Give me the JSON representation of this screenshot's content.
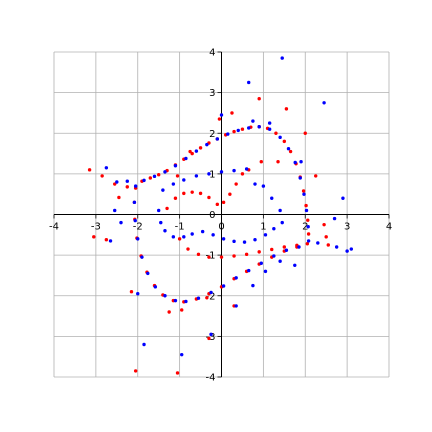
{
  "chart_data": {
    "type": "scatter",
    "title": "",
    "xlabel": "",
    "ylabel": "",
    "xlim": [
      -4,
      4
    ],
    "ylim": [
      -4,
      4
    ],
    "grid": true,
    "xticks": [
      "-4",
      "-3",
      "-2",
      "-1",
      "0",
      "1",
      "2",
      "3",
      "4"
    ],
    "yticks": [
      "-4",
      "-3",
      "-2",
      "-1",
      "0",
      "1",
      "2",
      "3",
      "4"
    ],
    "series": [
      {
        "color": "#ff0000",
        "points": [
          [
            -2.05,
            0.65
          ],
          [
            -1.9,
            0.82
          ],
          [
            -1.7,
            0.9
          ],
          [
            -1.5,
            0.98
          ],
          [
            -1.3,
            1.08
          ],
          [
            -1.1,
            1.22
          ],
          [
            -0.9,
            1.36
          ],
          [
            -0.7,
            1.5
          ],
          [
            -0.5,
            1.64
          ],
          [
            -0.3,
            1.76
          ],
          [
            -0.1,
            1.86
          ],
          [
            0.1,
            1.96
          ],
          [
            0.3,
            2.04
          ],
          [
            0.5,
            2.1
          ],
          [
            0.7,
            2.15
          ],
          [
            0.9,
            2.16
          ],
          [
            1.1,
            2.12
          ],
          [
            1.3,
            2.0
          ],
          [
            1.5,
            1.8
          ],
          [
            1.65,
            1.55
          ],
          [
            1.78,
            1.25
          ],
          [
            1.88,
            0.92
          ],
          [
            1.96,
            0.58
          ],
          [
            2.02,
            0.22
          ],
          [
            2.06,
            -0.14
          ],
          [
            2.08,
            -0.48
          ],
          [
            2.05,
            -0.72
          ],
          [
            1.8,
            -0.8
          ],
          [
            1.5,
            -0.9
          ],
          [
            1.2,
            -1.05
          ],
          [
            0.9,
            -1.22
          ],
          [
            0.6,
            -1.4
          ],
          [
            0.3,
            -1.58
          ],
          [
            0.0,
            -1.78
          ],
          [
            -0.3,
            -1.95
          ],
          [
            -0.6,
            -2.08
          ],
          [
            -0.9,
            -2.15
          ],
          [
            -1.15,
            -2.12
          ],
          [
            -1.4,
            -1.98
          ],
          [
            -1.6,
            -1.75
          ],
          [
            -1.78,
            -1.42
          ],
          [
            -1.92,
            -1.02
          ],
          [
            -2.02,
            -0.58
          ],
          [
            -2.07,
            -0.12
          ],
          [
            -2.08,
            0.3
          ],
          [
            -2.55,
            0.75
          ],
          [
            -2.85,
            0.95
          ],
          [
            -3.15,
            1.1
          ],
          [
            -3.05,
            -0.55
          ],
          [
            -2.75,
            -0.62
          ],
          [
            -2.45,
            0.42
          ],
          [
            -2.25,
            0.68
          ],
          [
            -1.3,
            0.15
          ],
          [
            -1.1,
            0.4
          ],
          [
            -0.9,
            0.52
          ],
          [
            -0.7,
            0.55
          ],
          [
            -0.5,
            0.52
          ],
          [
            -0.3,
            0.42
          ],
          [
            -0.1,
            0.25
          ],
          [
            0.05,
            0.3
          ],
          [
            0.2,
            0.5
          ],
          [
            0.35,
            0.75
          ],
          [
            0.5,
            1.0
          ],
          [
            0.65,
            1.1
          ],
          [
            -1.0,
            -0.6
          ],
          [
            -0.8,
            -0.85
          ],
          [
            -0.55,
            -0.98
          ],
          [
            -0.3,
            -1.05
          ],
          [
            0.0,
            -1.05
          ],
          [
            0.3,
            -1.02
          ],
          [
            0.6,
            -0.98
          ],
          [
            0.9,
            -0.92
          ],
          [
            1.2,
            -0.86
          ],
          [
            1.5,
            -0.8
          ],
          [
            1.8,
            -0.76
          ],
          [
            -1.05,
            0.95
          ],
          [
            -0.75,
            1.55
          ],
          [
            -0.05,
            2.35
          ],
          [
            0.25,
            2.5
          ],
          [
            0.9,
            2.85
          ],
          [
            1.55,
            2.6
          ],
          [
            2.0,
            2.0
          ],
          [
            2.25,
            0.95
          ],
          [
            2.45,
            -0.25
          ],
          [
            2.5,
            -0.55
          ],
          [
            2.55,
            -0.75
          ],
          [
            -1.25,
            -2.4
          ],
          [
            -0.95,
            -2.35
          ],
          [
            -0.35,
            -2.05
          ],
          [
            0.3,
            -2.25
          ],
          [
            -0.3,
            -3.05
          ],
          [
            -1.05,
            -3.9
          ],
          [
            -2.05,
            -3.85
          ],
          [
            -2.15,
            -1.9
          ],
          [
            1.35,
            1.3
          ],
          [
            0.95,
            1.3
          ]
        ]
      },
      {
        "color": "#0000ff",
        "points": [
          [
            -2.05,
            0.7
          ],
          [
            -1.85,
            0.84
          ],
          [
            -1.6,
            0.94
          ],
          [
            -1.35,
            1.05
          ],
          [
            -1.1,
            1.2
          ],
          [
            -0.85,
            1.38
          ],
          [
            -0.6,
            1.56
          ],
          [
            -0.35,
            1.72
          ],
          [
            -0.1,
            1.86
          ],
          [
            0.15,
            1.98
          ],
          [
            0.4,
            2.07
          ],
          [
            0.65,
            2.13
          ],
          [
            0.9,
            2.16
          ],
          [
            1.15,
            2.1
          ],
          [
            1.4,
            1.9
          ],
          [
            1.6,
            1.62
          ],
          [
            1.76,
            1.28
          ],
          [
            1.88,
            0.9
          ],
          [
            1.97,
            0.5
          ],
          [
            2.03,
            0.1
          ],
          [
            2.07,
            -0.3
          ],
          [
            2.08,
            -0.65
          ],
          [
            1.85,
            -0.8
          ],
          [
            1.55,
            -0.88
          ],
          [
            1.25,
            -1.02
          ],
          [
            0.95,
            -1.2
          ],
          [
            0.65,
            -1.38
          ],
          [
            0.35,
            -1.56
          ],
          [
            0.05,
            -1.76
          ],
          [
            -0.25,
            -1.92
          ],
          [
            -0.55,
            -2.06
          ],
          [
            -0.85,
            -2.14
          ],
          [
            -1.1,
            -2.12
          ],
          [
            -1.35,
            -2.0
          ],
          [
            -1.58,
            -1.78
          ],
          [
            -1.76,
            -1.45
          ],
          [
            -1.9,
            -1.05
          ],
          [
            -2.0,
            -0.6
          ],
          [
            -2.06,
            -0.15
          ],
          [
            -2.08,
            0.3
          ],
          [
            -2.25,
            0.82
          ],
          [
            -2.5,
            0.8
          ],
          [
            -2.75,
            1.15
          ],
          [
            -2.55,
            0.1
          ],
          [
            -2.4,
            -0.2
          ],
          [
            -2.65,
            -0.65
          ],
          [
            -1.5,
            0.1
          ],
          [
            -1.45,
            -0.2
          ],
          [
            -1.35,
            -0.4
          ],
          [
            -1.15,
            -0.55
          ],
          [
            -0.9,
            -0.55
          ],
          [
            -0.7,
            -0.48
          ],
          [
            -0.45,
            -0.42
          ],
          [
            -0.2,
            -0.5
          ],
          [
            0.05,
            -0.6
          ],
          [
            0.3,
            -0.66
          ],
          [
            0.55,
            -0.68
          ],
          [
            0.8,
            -0.62
          ],
          [
            1.05,
            -0.5
          ],
          [
            1.25,
            -0.35
          ],
          [
            1.45,
            -0.2
          ],
          [
            1.4,
            0.1
          ],
          [
            1.2,
            0.4
          ],
          [
            -1.4,
            0.6
          ],
          [
            -1.15,
            0.75
          ],
          [
            -0.9,
            0.85
          ],
          [
            -0.6,
            0.95
          ],
          [
            -0.3,
            1.0
          ],
          [
            0.0,
            1.05
          ],
          [
            0.3,
            1.08
          ],
          [
            0.6,
            1.12
          ],
          [
            0.8,
            0.75
          ],
          [
            1.0,
            0.7
          ],
          [
            0.0,
            2.45
          ],
          [
            0.65,
            3.25
          ],
          [
            1.45,
            3.85
          ],
          [
            2.45,
            2.75
          ],
          [
            2.9,
            0.4
          ],
          [
            2.75,
            -0.8
          ],
          [
            3.0,
            -0.9
          ],
          [
            3.1,
            -0.85
          ],
          [
            2.7,
            -0.1
          ],
          [
            2.3,
            -0.7
          ],
          [
            1.75,
            -1.25
          ],
          [
            1.4,
            -1.15
          ],
          [
            1.05,
            -1.4
          ],
          [
            0.75,
            -1.75
          ],
          [
            0.35,
            -2.25
          ],
          [
            -0.25,
            -2.95
          ],
          [
            -0.95,
            -3.45
          ],
          [
            -1.85,
            -3.2
          ],
          [
            -2.0,
            -1.95
          ],
          [
            1.9,
            1.3
          ],
          [
            1.15,
            2.25
          ],
          [
            0.75,
            2.3
          ]
        ]
      }
    ]
  }
}
